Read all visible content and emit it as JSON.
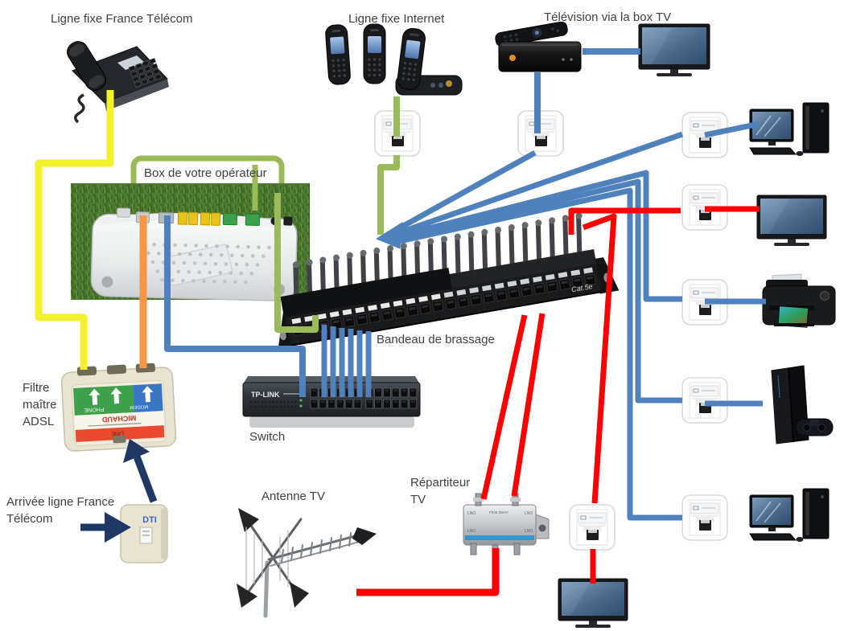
{
  "labels": {
    "ligne_fixe_ft": "Ligne fixe France Télécom",
    "ligne_fixe_internet": "Ligne fixe Internet",
    "tv_box": "Télévision via la box TV",
    "box_operateur": "Box de votre opérateur",
    "bandeau": "Bandeau de brassage",
    "switch": "Switch",
    "filtre": "Filtre maître ADSL",
    "arrivee": "Arrivée ligne France Télécom",
    "antenne": "Antenne TV",
    "repartiteur": "Répartiteur TV"
  },
  "device_texts": {
    "dti": "DTI",
    "tplink": "TP-LINK",
    "cat5e": "Cat.5e",
    "michaud": "MICHAUD",
    "phone_port": "PHONE",
    "modem_port": "MODEM",
    "line_port": "LINE"
  },
  "colors": {
    "phone_cable_yellow": "#f4f02e",
    "operator_green": "#9bbb59",
    "modem_orange": "#f79646",
    "ethernet_blue": "#4f81bd",
    "coax_red": "#fe0000",
    "incoming_navy": "#1f3864",
    "label_text": "#3f3f3f",
    "background": "#ffffff"
  },
  "diagram": {
    "nodes": [
      {
        "id": "france-telecom-phone",
        "label": "Ligne fixe France Télécom",
        "type": "desk-phone"
      },
      {
        "id": "internet-phones",
        "label": "Ligne fixe Internet",
        "type": "cordless-phones"
      },
      {
        "id": "tv-box",
        "label": "Télévision via la box TV",
        "type": "set-top-box"
      },
      {
        "id": "tv-living-room",
        "label": "",
        "type": "tv"
      },
      {
        "id": "operator-box",
        "label": "Box de votre opérateur",
        "type": "router"
      },
      {
        "id": "patch-panel",
        "label": "Bandeau de brassage",
        "type": "patch-panel"
      },
      {
        "id": "switch",
        "label": "Switch",
        "type": "ethernet-switch"
      },
      {
        "id": "adsl-master-filter",
        "label": "Filtre maître ADSL",
        "type": "adsl-filter"
      },
      {
        "id": "incoming-line",
        "label": "Arrivée ligne France Télécom",
        "type": "incoming-line"
      },
      {
        "id": "dti",
        "label": "DTI",
        "type": "dti-box"
      },
      {
        "id": "tv-antenna",
        "label": "Antenne TV",
        "type": "antenna"
      },
      {
        "id": "tv-splitter",
        "label": "Répartiteur TV",
        "type": "coax-splitter"
      },
      {
        "id": "wall-outlet-internet",
        "label": "",
        "type": "wall-outlet"
      },
      {
        "id": "wall-outlet-tv-box",
        "label": "",
        "type": "wall-outlet"
      },
      {
        "id": "wall-outlet-computer-1",
        "label": "",
        "type": "wall-outlet"
      },
      {
        "id": "wall-outlet-tv-2",
        "label": "",
        "type": "wall-outlet"
      },
      {
        "id": "wall-outlet-printer",
        "label": "",
        "type": "wall-outlet"
      },
      {
        "id": "wall-outlet-game-console",
        "label": "",
        "type": "wall-outlet"
      },
      {
        "id": "wall-outlet-computer-2",
        "label": "",
        "type": "wall-outlet"
      },
      {
        "id": "wall-outlet-tv-3",
        "label": "",
        "type": "wall-outlet"
      },
      {
        "id": "computer-1",
        "label": "",
        "type": "desktop-computer"
      },
      {
        "id": "computer-2",
        "label": "",
        "type": "desktop-computer"
      },
      {
        "id": "printer",
        "label": "",
        "type": "printer"
      },
      {
        "id": "game-console",
        "label": "",
        "type": "game-console"
      },
      {
        "id": "tv-2",
        "label": "",
        "type": "tv"
      },
      {
        "id": "tv-3",
        "label": "",
        "type": "tv"
      }
    ],
    "edges": [
      {
        "from": "france-telecom-phone",
        "to": "adsl-master-filter",
        "color": "yellow"
      },
      {
        "from": "incoming-line",
        "to": "dti",
        "color": "navy"
      },
      {
        "from": "dti",
        "to": "adsl-master-filter",
        "color": "navy"
      },
      {
        "from": "operator-box",
        "to": "adsl-master-filter",
        "color": "orange"
      },
      {
        "from": "operator-box",
        "to": "switch",
        "color": "blue"
      },
      {
        "from": "operator-box",
        "to": "patch-panel",
        "color": "green"
      },
      {
        "from": "internet-phones",
        "to": "wall-outlet-internet",
        "color": "green"
      },
      {
        "from": "wall-outlet-internet",
        "to": "patch-panel",
        "color": "green"
      },
      {
        "from": "patch-panel",
        "to": "switch",
        "color": "blue",
        "count": 6
      },
      {
        "from": "tv-box",
        "to": "tv-living-room",
        "color": "blue"
      },
      {
        "from": "tv-box",
        "to": "wall-outlet-tv-box",
        "color": "blue"
      },
      {
        "from": "patch-panel",
        "to": "wall-outlet-tv-box",
        "color": "blue"
      },
      {
        "from": "patch-panel",
        "to": "wall-outlet-computer-1",
        "color": "blue"
      },
      {
        "from": "patch-panel",
        "to": "wall-outlet-printer",
        "color": "blue"
      },
      {
        "from": "patch-panel",
        "to": "wall-outlet-game-console",
        "color": "blue"
      },
      {
        "from": "patch-panel",
        "to": "wall-outlet-computer-2",
        "color": "blue"
      },
      {
        "from": "wall-outlet-computer-1",
        "to": "computer-1",
        "color": "blue"
      },
      {
        "from": "wall-outlet-printer",
        "to": "printer",
        "color": "blue"
      },
      {
        "from": "wall-outlet-game-console",
        "to": "game-console",
        "color": "blue"
      },
      {
        "from": "patch-panel",
        "to": "wall-outlet-tv-2",
        "color": "red"
      },
      {
        "from": "wall-outlet-tv-2",
        "to": "tv-2",
        "color": "red"
      },
      {
        "from": "patch-panel",
        "to": "wall-outlet-tv-3",
        "color": "red"
      },
      {
        "from": "wall-outlet-tv-3",
        "to": "tv-3",
        "color": "red"
      },
      {
        "from": "tv-antenna",
        "to": "tv-splitter",
        "color": "red"
      },
      {
        "from": "tv-splitter",
        "to": "patch-panel",
        "color": "red",
        "count": 2
      }
    ]
  }
}
